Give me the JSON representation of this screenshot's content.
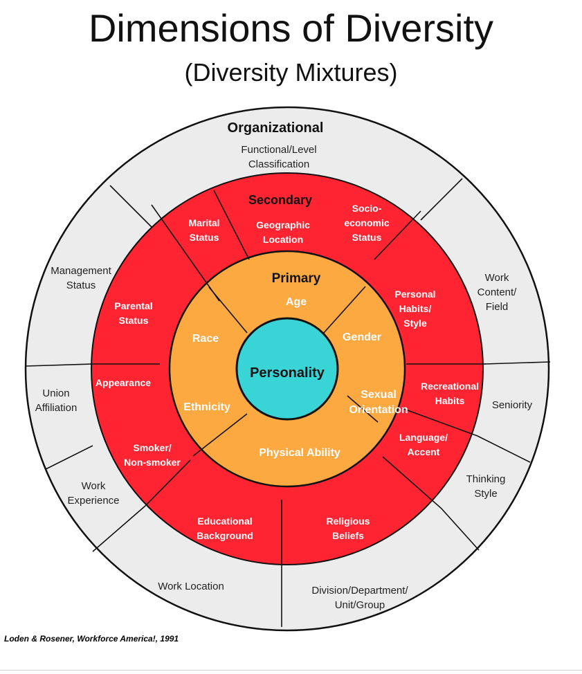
{
  "title": "Dimensions of Diversity",
  "subtitle": "(Diversity Mixtures)",
  "citation": "Loden & Rosener, Workforce America!, 1991",
  "colors": {
    "organizational": "#ececec",
    "secondary": "#fe2432",
    "primary": "#fda941",
    "core": "#38d4d6",
    "outline": "#111111"
  },
  "core": {
    "label": "Personality"
  },
  "primary": {
    "header": "Primary",
    "items": [
      {
        "id": "age",
        "lines": [
          "Age"
        ]
      },
      {
        "id": "gender",
        "lines": [
          "Gender"
        ]
      },
      {
        "id": "sexual-orientation",
        "lines": [
          "Sexual",
          "Orientation"
        ]
      },
      {
        "id": "physical-ability",
        "lines": [
          "Physical Ability"
        ]
      },
      {
        "id": "ethnicity",
        "lines": [
          "Ethnicity"
        ]
      },
      {
        "id": "race",
        "lines": [
          "Race"
        ]
      }
    ]
  },
  "secondary": {
    "header": "Secondary",
    "items": [
      {
        "id": "marital-status",
        "lines": [
          "Marital",
          "Status"
        ]
      },
      {
        "id": "geographic-location",
        "lines": [
          "Geographic",
          "Location"
        ]
      },
      {
        "id": "socio-economic-status",
        "lines": [
          "Socio-",
          "economic",
          "Status"
        ]
      },
      {
        "id": "personal-habits-style",
        "lines": [
          "Personal",
          "Habits/",
          "Style"
        ]
      },
      {
        "id": "recreational-habits",
        "lines": [
          "Recreational",
          "Habits"
        ]
      },
      {
        "id": "language-accent",
        "lines": [
          "Language/",
          "Accent"
        ]
      },
      {
        "id": "religious-beliefs",
        "lines": [
          "Religious",
          "Beliefs"
        ]
      },
      {
        "id": "educational-background",
        "lines": [
          "Educational",
          "Background"
        ]
      },
      {
        "id": "smoker-non-smoker",
        "lines": [
          "Smoker/",
          "Non-smoker"
        ]
      },
      {
        "id": "appearance",
        "lines": [
          "Appearance"
        ]
      },
      {
        "id": "parental-status",
        "lines": [
          "Parental",
          "Status"
        ]
      }
    ]
  },
  "organizational": {
    "header": "Organizational",
    "items": [
      {
        "id": "functional-level",
        "lines": [
          "Functional/Level",
          "Classification"
        ]
      },
      {
        "id": "work-content",
        "lines": [
          "Work",
          "Content/",
          "Field"
        ]
      },
      {
        "id": "seniority",
        "lines": [
          "Seniority"
        ]
      },
      {
        "id": "thinking-style",
        "lines": [
          "Thinking",
          "Style"
        ]
      },
      {
        "id": "division",
        "lines": [
          "Division/Department/",
          "Unit/Group"
        ]
      },
      {
        "id": "work-location",
        "lines": [
          "Work Location"
        ]
      },
      {
        "id": "work-experience",
        "lines": [
          "Work",
          "Experience"
        ]
      },
      {
        "id": "union-affiliation",
        "lines": [
          "Union",
          "Affiliation"
        ]
      },
      {
        "id": "management-status",
        "lines": [
          "Management",
          "Status"
        ]
      }
    ]
  }
}
